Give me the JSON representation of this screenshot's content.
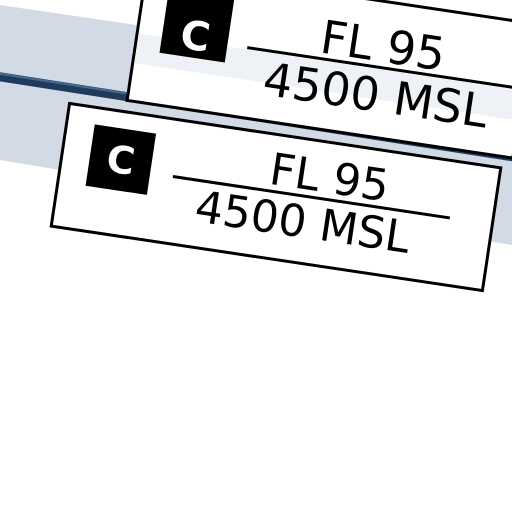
{
  "colors": {
    "background": "#ffffff",
    "airway_band": "#d2dae6",
    "airway_line": "#1e3a5c",
    "airway_line_highlight": "#4a6a90",
    "box_fill": "#ffffff",
    "box_inner_shade": "#eef2f6",
    "box_border": "#000000",
    "class_badge": "#000000",
    "class_badge_text": "#ffffff",
    "label_text": "#000000"
  },
  "labels": [
    {
      "class_letter": "C",
      "ceiling": "FL 95",
      "floor": "4500 MSL"
    },
    {
      "class_letter": "C",
      "ceiling": "FL 95",
      "floor": "4500 MSL"
    }
  ]
}
